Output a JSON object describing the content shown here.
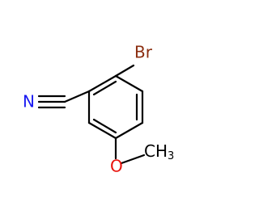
{
  "molecule": {
    "atoms": {
      "bromine": {
        "symbol": "Br",
        "color": "#8b2d0f"
      },
      "nitrile_nitrogen": {
        "symbol": "N",
        "color": "#1a1af2"
      },
      "ether_oxygen": {
        "symbol": "O",
        "color": "#e8110b"
      },
      "methyl_carbon": {
        "symbol": "CH",
        "subscript": "3",
        "color": "#000000"
      }
    },
    "bond_color": "#000000"
  }
}
